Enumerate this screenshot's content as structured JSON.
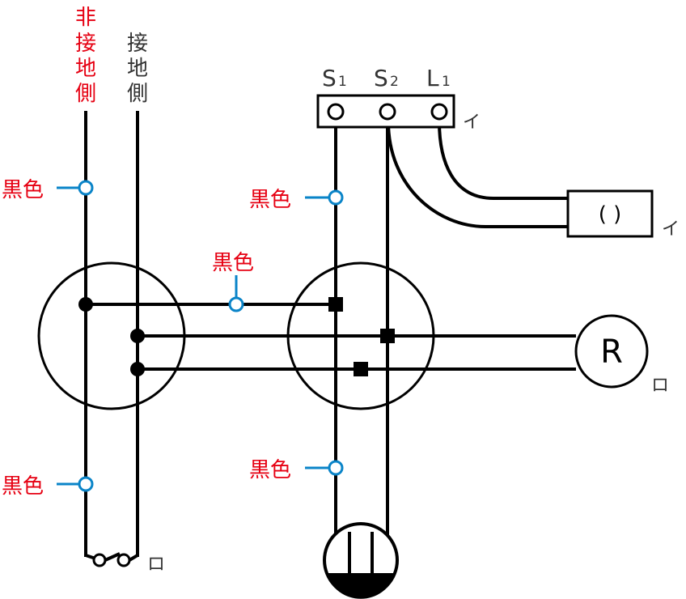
{
  "labels": {
    "non_ground_side": [
      "非",
      "接",
      "地",
      "側"
    ],
    "ground_side": [
      "接",
      "地",
      "側"
    ],
    "black": "黒色",
    "terminal_s1_letter": "S",
    "terminal_s1_sub": "1",
    "terminal_s2_letter": "S",
    "terminal_s2_sub": "2",
    "terminal_l1_letter": "L",
    "terminal_l1_sub": "1",
    "mark_i": "イ",
    "mark_ro": "ロ",
    "pilot_symbol": "R",
    "blank_box": "(   )"
  },
  "colors": {
    "wire_label": "#e60012",
    "side_label": "#333333",
    "marker": "#0a84c8",
    "line": "#000000"
  }
}
